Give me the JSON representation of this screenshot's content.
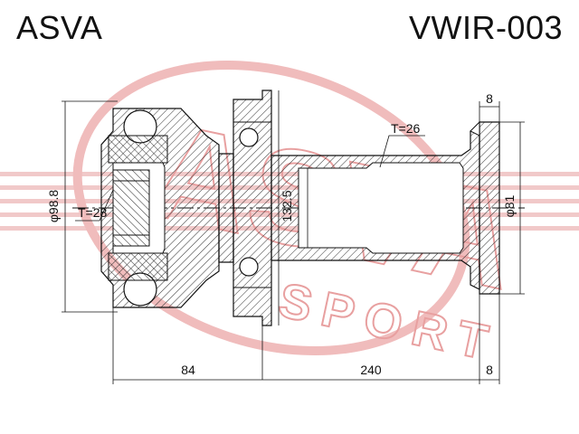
{
  "header": {
    "brand": "ASVA",
    "part_number": "VWIR-003"
  },
  "watermark": {
    "logo_text": "ASVA",
    "sub_text": "SPORT",
    "color": "#e8a0a0"
  },
  "dimensions": {
    "top_flange": "8",
    "wall_thickness": "T=26",
    "inner_thickness": "T=28",
    "outer_diameter": "φ98.8",
    "flange_diameter": "132.5",
    "tube_diameter": "φ81",
    "length_housing": "84",
    "length_shaft": "240",
    "bottom_flange": "8"
  },
  "colors": {
    "line": "#111111",
    "hatch": "#333333",
    "watermark": "#e8a0a0"
  }
}
